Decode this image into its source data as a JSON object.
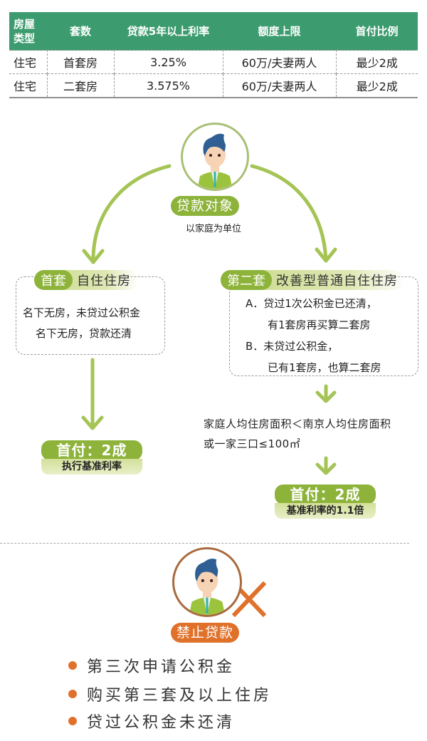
{
  "table": {
    "headers": [
      "房屋类型",
      "套数",
      "贷款5年以上利率",
      "额度上限",
      "首付比例"
    ],
    "header_line1": "房屋",
    "header_line2": "类型",
    "rows": [
      [
        "住宅",
        "首套房",
        "3.25%",
        "60万/夫妻两人",
        "最少2成"
      ],
      [
        "住宅",
        "二套房",
        "3.575%",
        "60万/夫妻两人",
        "最少2成"
      ]
    ],
    "colors": {
      "header_bg": "#3d9c6f",
      "header_text": "#ffffff"
    }
  },
  "flow": {
    "subject": {
      "label": "贷款对象",
      "caption": "以家庭为单位",
      "color": "#8db33a"
    },
    "first_home": {
      "tag_head": "首套",
      "tag_rest": "自住住房",
      "lines": [
        "名下无房，未贷过公积金",
        "名下无房，贷款还清"
      ],
      "result_title": "首付：2成",
      "result_sub": "执行基准利率"
    },
    "second_home": {
      "tag_head": "第二套",
      "tag_rest": "改善型普通自住住房",
      "lines": [
        "A．贷过1次公积金已还清，",
        "有1套房再买算二套房",
        "B．未贷过公积金，",
        "已有1套房，也算二套房"
      ],
      "condition_lines": [
        "家庭人均住房面积＜南京人均住房面积",
        "或一家三口≤100㎡"
      ],
      "result_title": "首付：2成",
      "result_sub": "基准利率的1.1倍"
    },
    "arrow_color": "#a5c455"
  },
  "prohibited": {
    "label": "禁止贷款",
    "color": "#e0712a",
    "items": [
      "第三次申请公积金",
      "购买第三套及以上住房",
      "贷过公积金未还清"
    ]
  }
}
